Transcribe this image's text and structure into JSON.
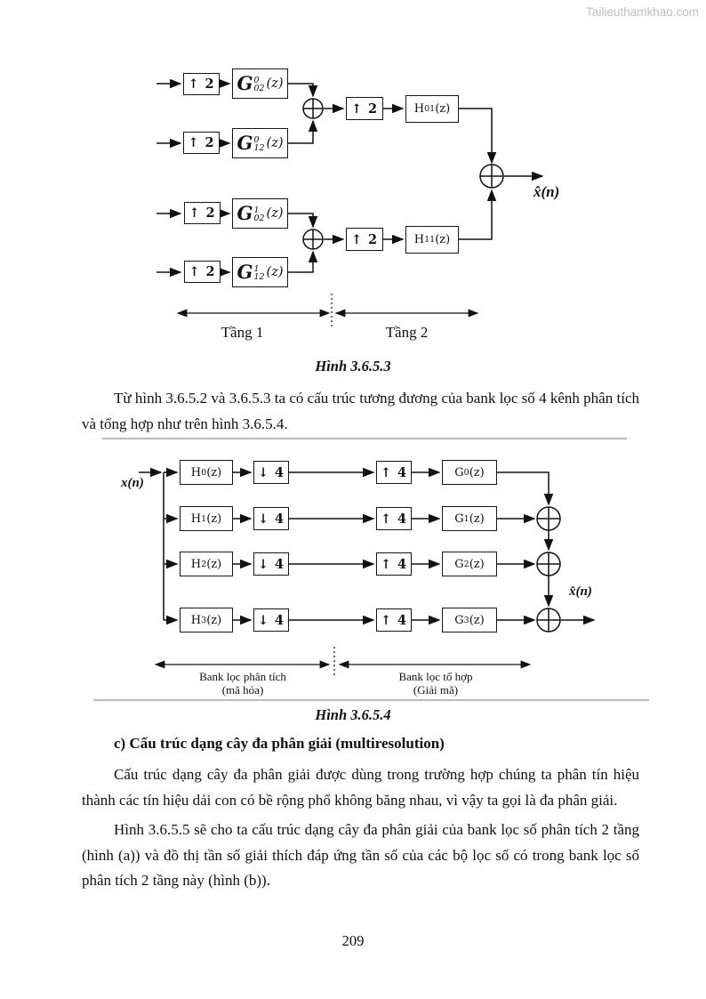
{
  "watermark": "Tailieuthamkhao.com",
  "page_number": "209",
  "fig1": {
    "caption": "Hình 3.6.5.3",
    "upsampler2": "↑ 2",
    "g_blocks": [
      {
        "base": "G",
        "sup": "0",
        "sub": "02",
        "arg": "(z)"
      },
      {
        "base": "G",
        "sup": "0",
        "sub": "12",
        "arg": "(z)"
      },
      {
        "base": "G",
        "sup": "1",
        "sub": "02",
        "arg": "(z)"
      },
      {
        "base": "G",
        "sup": "1",
        "sub": "12",
        "arg": "(z)"
      }
    ],
    "h_blocks": [
      {
        "base": "H",
        "sub": "01",
        "arg": "(z)"
      },
      {
        "base": "H",
        "sub": "11",
        "arg": "(z)"
      }
    ],
    "output_label": "x̂(n)",
    "stage1_label": "Tầng 1",
    "stage2_label": "Tầng 2"
  },
  "fig2": {
    "caption": "Hình 3.6.5.4",
    "input_label": "x(n)",
    "output_label": "x̂(n)",
    "downsampler4": "↓ 4",
    "upsampler4": "↑ 4",
    "h_blocks": [
      {
        "base": "H",
        "sub": "0",
        "arg": "(z)"
      },
      {
        "base": "H",
        "sub": "1",
        "arg": "(z)"
      },
      {
        "base": "H",
        "sub": "2",
        "arg": "(z)"
      },
      {
        "base": "H",
        "sub": "3",
        "arg": "(z)"
      }
    ],
    "g_blocks": [
      {
        "base": "G",
        "sub": "0",
        "arg": "(z)"
      },
      {
        "base": "G",
        "sub": "1",
        "arg": "(z)"
      },
      {
        "base": "G",
        "sub": "2",
        "arg": "(z)"
      },
      {
        "base": "G",
        "sub": "3",
        "arg": "(z)"
      }
    ],
    "analysis_label": "Bank lọc phân tích",
    "analysis_sub": "(mã hóa)",
    "synthesis_label": "Bank lọc tổ hợp",
    "synthesis_sub": "(Giải mã)"
  },
  "body": {
    "para1": "Từ hình 3.6.5.2 và 3.6.5.3 ta có cấu trúc tương đương của bank lọc số 4 kênh phân tích và tổng hợp như trên hình 3.6.5.4.",
    "heading_c": "c) Cấu trúc dạng cây đa phân giải (multiresolution)",
    "para2": "Cấu trúc dạng cây đa phân giải được dùng trong trường hợp chúng ta phân tín hiệu thành các tín hiệu dải con có bề rộng phổ không băng nhau, vì vậy ta gọi là đa phân giải.",
    "para3": "Hình 3.6.5.5 sẽ cho ta cấu trúc dạng cây đa phân giải của bank lọc số phân tích 2 tầng (hình (a)) và đồ thị tần số giải thích đáp ứng tần số của các bộ lọc số có trong bank lọc số phân tích 2 tầng này (hình (b))."
  }
}
